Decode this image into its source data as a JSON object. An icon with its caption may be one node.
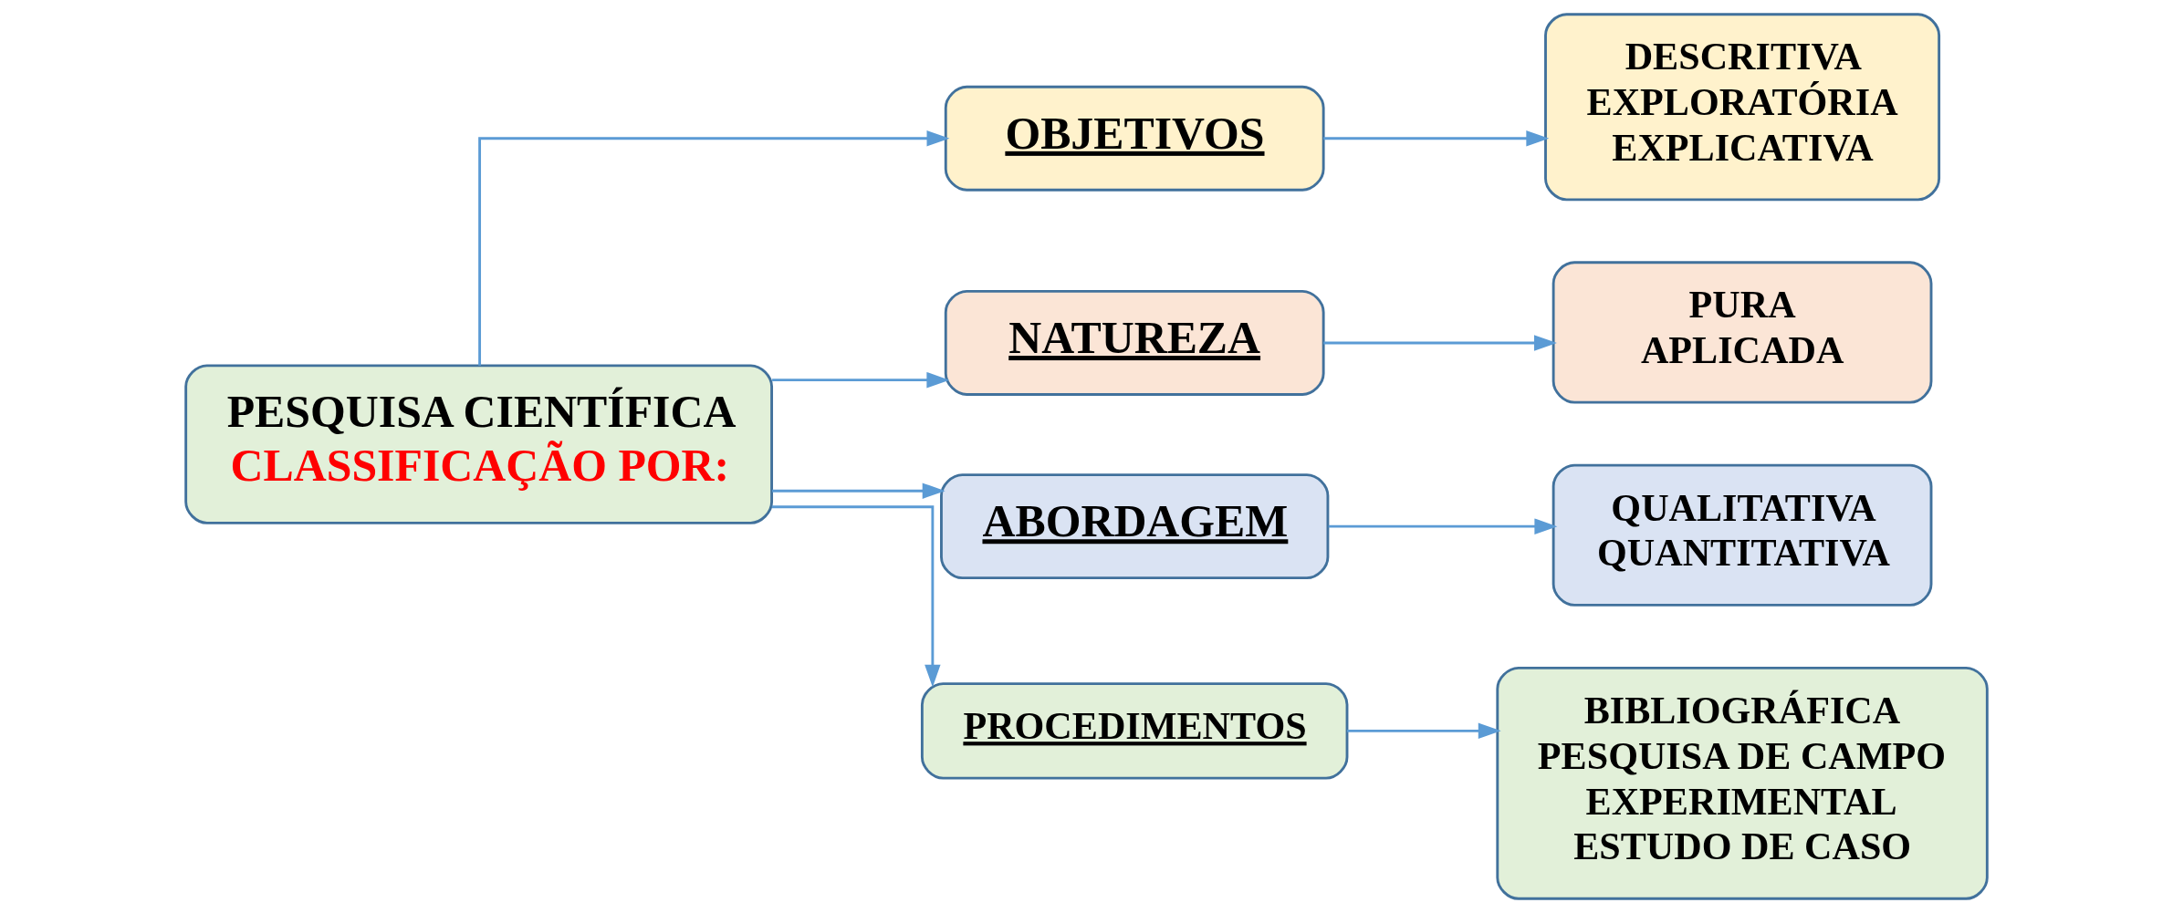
{
  "diagram": {
    "nodes": [
      {
        "text": [
          "PESQUISA CIENTÍFICA",
          "CLASSIFICAÇÃO POR:"
        ]
      },
      {
        "text": [
          "OBJETIVOS"
        ]
      },
      {
        "text": [
          "DESCRITIVA",
          "EXPLORATÓRIA",
          "EXPLICATIVA"
        ]
      },
      {
        "text": [
          "NATUREZA"
        ]
      },
      {
        "text": [
          "PURA",
          "APLICADA"
        ]
      },
      {
        "text": [
          "ABORDAGEM"
        ]
      },
      {
        "text": [
          "QUALITATIVA",
          "QUANTITATIVA"
        ]
      },
      {
        "text": [
          "PROCEDIMENTOS"
        ]
      },
      {
        "text": [
          "BIBLIOGRÁFICA",
          "PESQUISA DE CAMPO",
          "EXPERIMENTAL",
          "ESTUDO DE CASO"
        ]
      }
    ],
    "edges": [
      {
        "from": 0,
        "to": 1,
        "arrow": "to"
      },
      {
        "from": 0,
        "to": 3,
        "arrow": "to"
      },
      {
        "from": 0,
        "to": 5,
        "arrow": "to"
      },
      {
        "from": 0,
        "to": 7,
        "arrow": "to"
      },
      {
        "from": 1,
        "to": 2,
        "arrow": "to"
      },
      {
        "from": 3,
        "to": 4,
        "arrow": "to"
      },
      {
        "from": 5,
        "to": 6,
        "arrow": "to"
      },
      {
        "from": 7,
        "to": 8,
        "arrow": "to"
      }
    ]
  }
}
